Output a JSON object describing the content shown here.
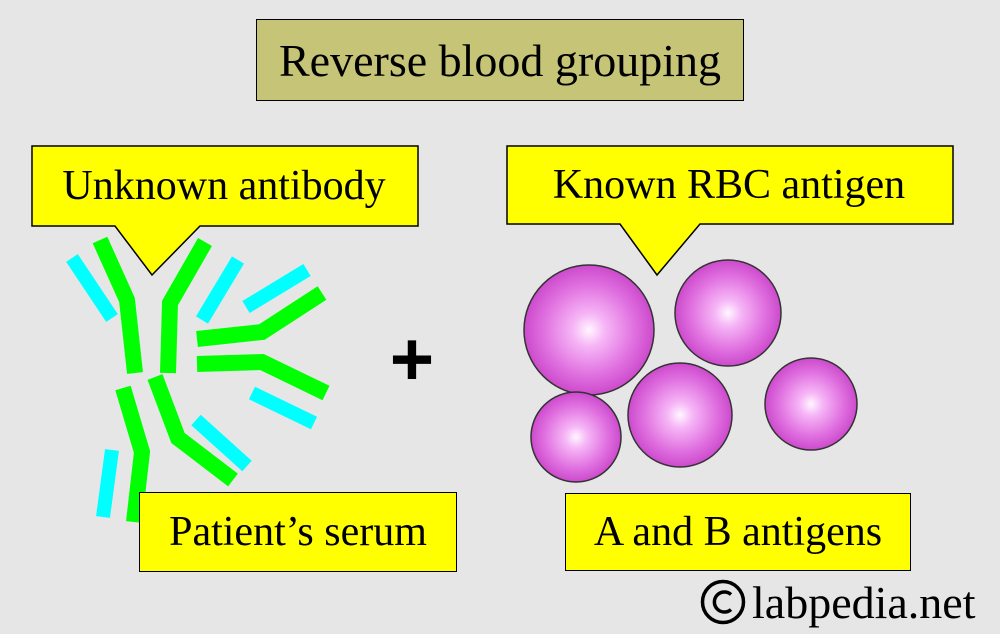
{
  "title": "Reverse blood grouping",
  "callouts": {
    "unknown_antibody": "Unknown antibody",
    "known_antigen": "Known RBC antigen"
  },
  "labels": {
    "patient_serum": "Patient’s serum",
    "ab_antigens": "A and B antigens"
  },
  "plus_sign": "+",
  "watermark": {
    "site": "labpedia.net",
    "icon": "copyright-icon"
  },
  "colors": {
    "background": "#e6e6e6",
    "title_box": "#c6c476",
    "callout_fill": "#ffff00",
    "antibody_heavy_chain": "#00ff00",
    "antibody_light_chain": "#00ffff",
    "rbc_center": "#fff2ff",
    "rbc_edge": "#d24fd2"
  }
}
